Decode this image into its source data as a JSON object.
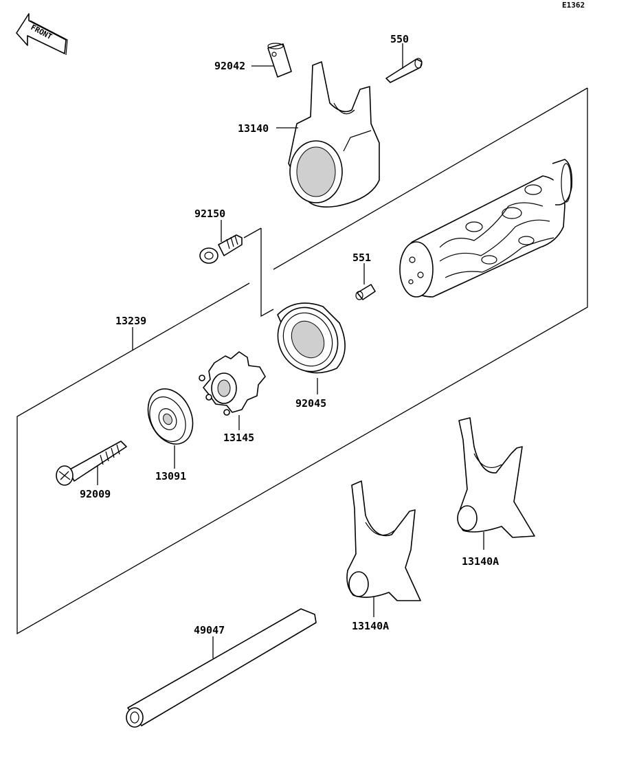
{
  "diagram_code": "E1362",
  "front_label": "FRONT",
  "parts": {
    "p92042": "92042",
    "p550": "550",
    "p13140": "13140",
    "p92150": "92150",
    "p551": "551",
    "p13239": "13239",
    "p92045": "92045",
    "p13145": "13145",
    "p13091": "13091",
    "p92009": "92009",
    "p13140A_right": "13140A",
    "p13140A_left": "13140A",
    "p49047": "49047"
  }
}
